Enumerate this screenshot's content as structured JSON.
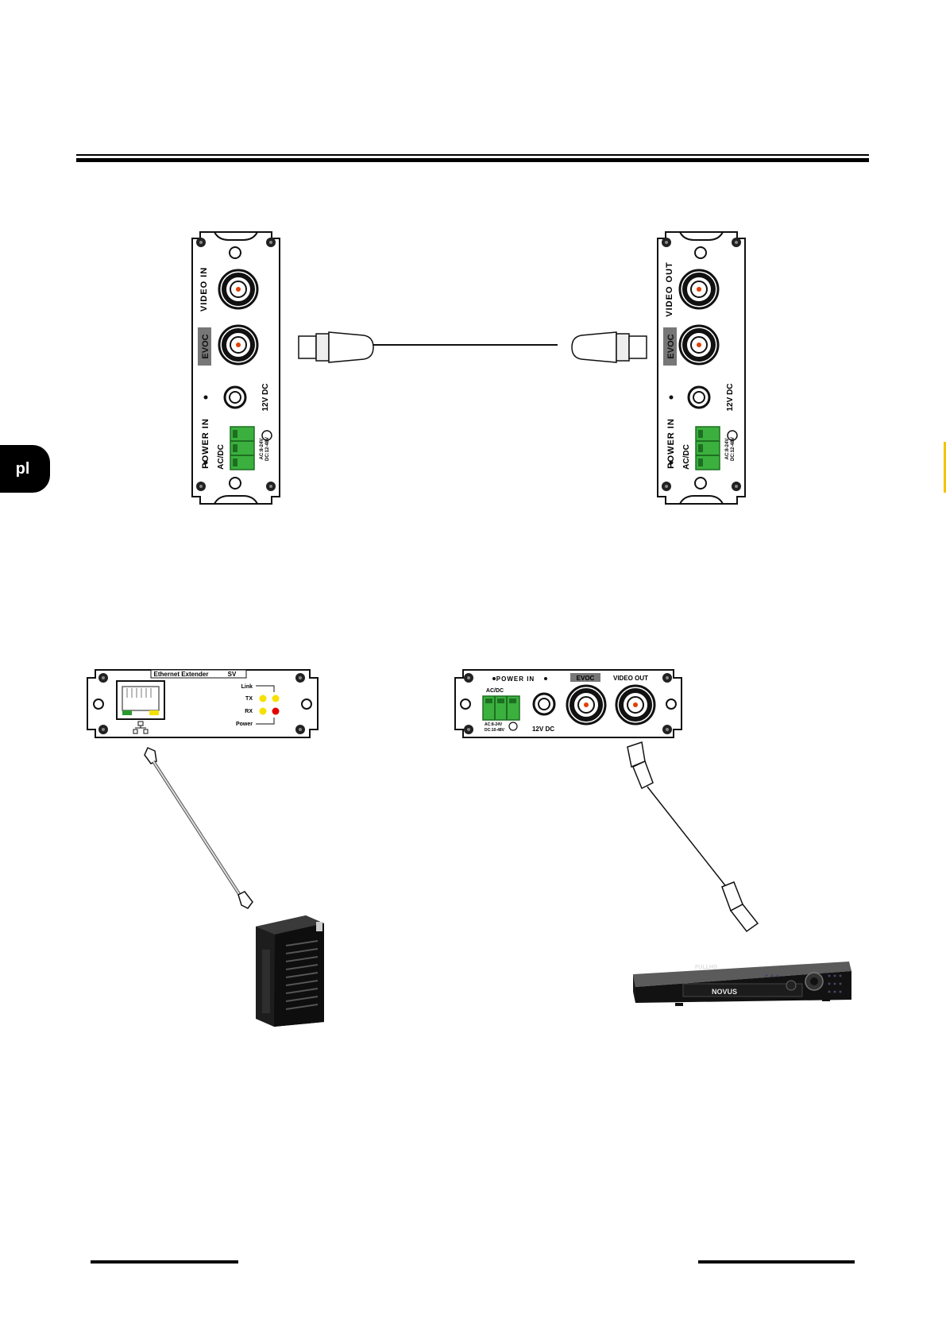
{
  "language_tab": "pl",
  "colors": {
    "terminal_green": "#3bb03e",
    "led_yellow": "#f5e000",
    "led_red": "#e10000",
    "edge_marker": "#f5c400"
  },
  "device_vertical": {
    "left_video_label": "VIDEO IN",
    "right_video_label": "VIDEO OUT",
    "brand_label": "EVOC",
    "dc_label": "12V DC",
    "power_label": "POWER IN",
    "acdc_label": "AC/DC",
    "terminal_spec_1": "AC:8-24V",
    "terminal_spec_2": "DC:12-48V"
  },
  "ethernet_extender": {
    "title": "Ethernet Extender",
    "model": "SV",
    "led_labels": [
      "Link",
      "TX",
      "RX",
      "Power"
    ]
  },
  "evoc_horizontal": {
    "power_label": "POWER IN",
    "acdc_label": "AC/DC",
    "brand_label": "EVOC",
    "video_label": "VIDEO OUT",
    "dc_label": "12V DC",
    "terminal_spec_1": "AC:8-24V",
    "terminal_spec_2": "DC:10-48V"
  },
  "dvr": {
    "top_label": "FULLHD",
    "brand": "NOVUS"
  }
}
